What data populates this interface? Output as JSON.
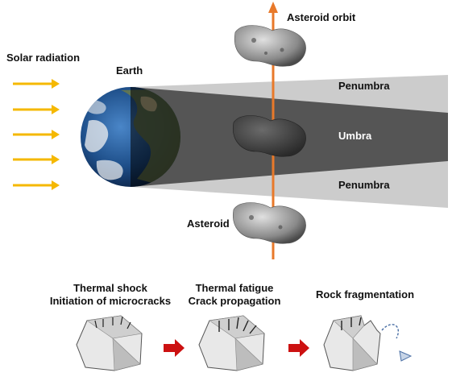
{
  "labels": {
    "solar_radiation": "Solar radiation",
    "earth": "Earth",
    "asteroid_orbit": "Asteroid orbit",
    "penumbra_top": "Penumbra",
    "umbra": "Umbra",
    "penumbra_bottom": "Penumbra",
    "asteroid": "Asteroid"
  },
  "stages": [
    {
      "line1": "Thermal shock",
      "line2": "Initiation of microcracks"
    },
    {
      "line1": "Thermal fatigue",
      "line2": "Crack propagation"
    },
    {
      "line1": "Rock fragmentation",
      "line2": ""
    }
  ],
  "colors": {
    "solar_arrow": "#f5b800",
    "orbit": "#e8792a",
    "stage_arrow": "#cc1111",
    "umbra": "#555555",
    "penumbra": "#cccccc",
    "ocean": "#1e4f8a"
  }
}
